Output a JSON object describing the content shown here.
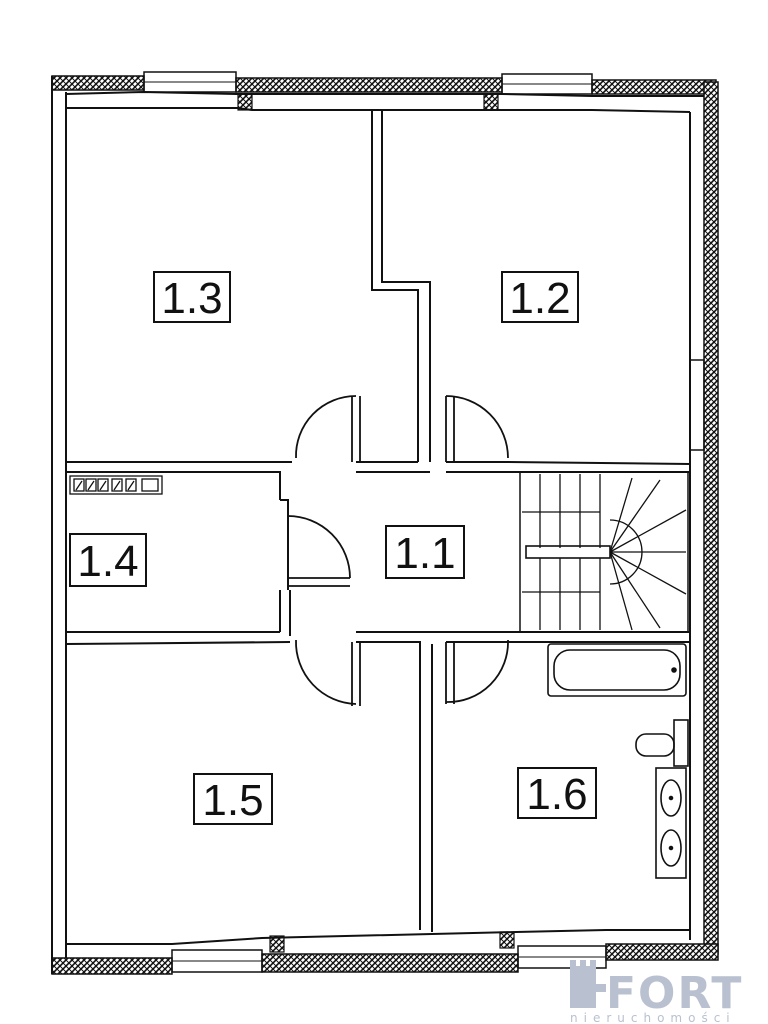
{
  "rooms": [
    {
      "id": "room-1-1",
      "label": "1.1"
    },
    {
      "id": "room-1-2",
      "label": "1.2"
    },
    {
      "id": "room-1-3",
      "label": "1.3"
    },
    {
      "id": "room-1-4",
      "label": "1.4"
    },
    {
      "id": "room-1-5",
      "label": "1.5"
    },
    {
      "id": "room-1-6",
      "label": "1.6"
    }
  ],
  "watermark": {
    "brand": "FORT",
    "tagline": "nieruchomości"
  },
  "colors": {
    "line": "#111111",
    "background": "#ffffff",
    "watermark": "#b9c0cf"
  }
}
